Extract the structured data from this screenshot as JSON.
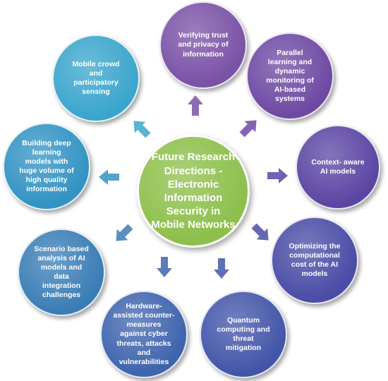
{
  "center": {
    "label": "Future Research\nDirections -\nElectronic\nInformation\nSecurity in\nMobile Networks",
    "color": "#8DBF4B"
  },
  "nodes": [
    {
      "label": "Verifying trust\nand privacy of\ninformation",
      "color": "#7A52A6"
    },
    {
      "label": "Parallel\nlearning and\ndynamic\nmonitoring of\nAI-based\nsystems",
      "color": "#6E49A3"
    },
    {
      "label": "Context- aware\nAI models",
      "color": "#5B45A3"
    },
    {
      "label": "Optimizing the\ncomputational\ncost of the AI\nmodels",
      "color": "#4A4CA6"
    },
    {
      "label": "Quantum\ncomputing and\nthreat\nmitigation",
      "color": "#4355A9"
    },
    {
      "label": "Hardware-\nassisted counter-\nmeasures\nagainst cyber\nthreats, attacks\nand\nvulnerabilities",
      "color": "#3F64AD"
    },
    {
      "label": "Scenario based\nanalysis of AI\nmodels  and\ndata\nintegration\nchallenges",
      "color": "#3A7DB5"
    },
    {
      "label": "Building deep\nlearning\nmodels with\nhuge volume of\nhigh quality\ninformation",
      "color": "#3393C3"
    },
    {
      "label": "Mobile crowd\nand\nparticipatory\nsensing",
      "color": "#3AA5CC"
    }
  ]
}
